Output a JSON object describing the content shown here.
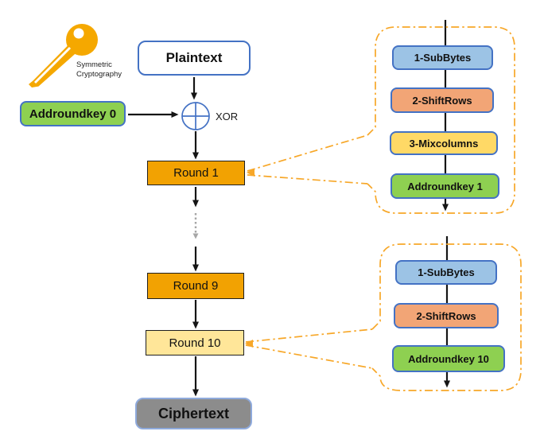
{
  "diagram": {
    "key_caption": {
      "line1": "Symmetric",
      "line2": "Cryptography"
    },
    "flow": {
      "plaintext": "Plaintext",
      "addroundkey0": "Addroundkey 0",
      "xor_label": "XOR",
      "round1": "Round 1",
      "round9": "Round 9",
      "round10": "Round 10",
      "ciphertext": "Ciphertext"
    },
    "round1_detail": {
      "steps": [
        "1-SubBytes",
        "2-ShiftRows",
        "3-Mixcolumns",
        "Addroundkey 1"
      ]
    },
    "round10_detail": {
      "steps": [
        "1-SubBytes",
        "2-ShiftRows",
        "Addroundkey 10"
      ]
    }
  },
  "icons": {
    "key_icon": "key-icon",
    "xor_icon": "xor-circle-plus-icon"
  },
  "colors": {
    "accent_blue": "#4472C4",
    "box_blue_fill": "#9CC3E5",
    "box_salmon_fill": "#F2A576",
    "box_yellow_fill": "#FFD966",
    "box_green_fill": "#8ED051",
    "round_orange_fill": "#F2A202",
    "round10_yellow_fill": "#FFE699",
    "ciphertext_gray_fill": "#8C8C8C",
    "ciphertext_border": "#8FAADC",
    "dashed_border_orange": "#F7A728",
    "key_orange": "#F5A800",
    "dotted_gray": "#A6A6A6"
  }
}
